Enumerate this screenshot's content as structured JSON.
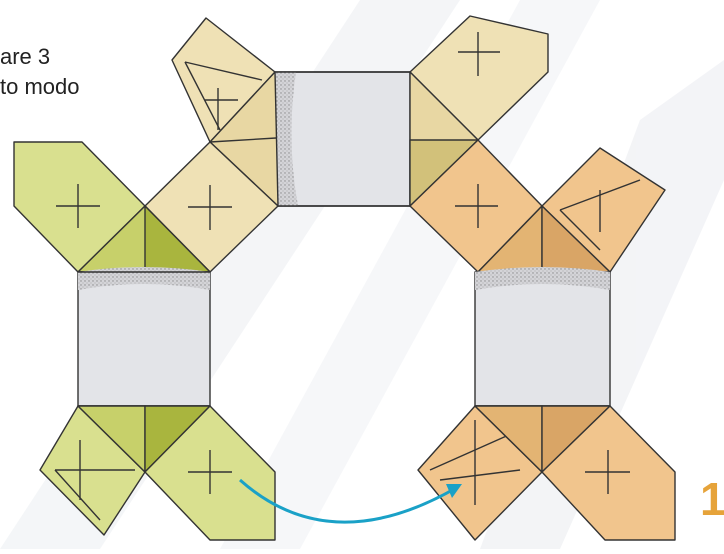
{
  "caption": {
    "line1": "are 3",
    "line2": "to modo"
  },
  "step_number": "1",
  "colors": {
    "background": "#ffffff",
    "stripes": "#eef0f3",
    "green_panel": "#d9e08f",
    "green_dark": "#b3bf45",
    "cream_panel": "#efe1b5",
    "cream_dark": "#dccb86",
    "orange_panel": "#f1c58d",
    "orange_dark": "#d9a566",
    "center_panel": "#e3e4e8",
    "stipple": "#9a9a9a",
    "outline": "#333333",
    "arrow": "#1aa1c7"
  },
  "icons": {
    "arrow": "curved-arrow-icon"
  }
}
